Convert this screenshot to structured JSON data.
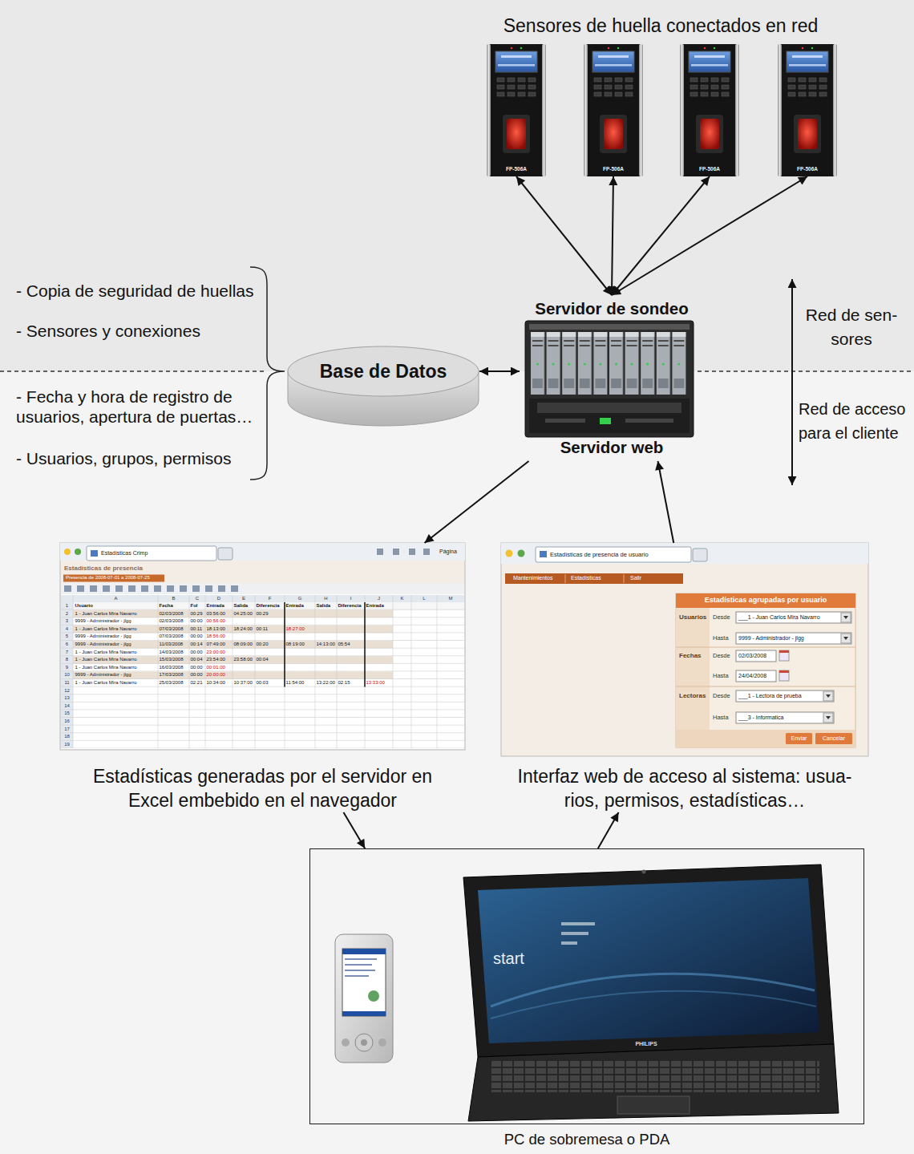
{
  "diagram": {
    "nodes": [
      {
        "text": [
          "FP-506A"
        ]
      },
      {
        "text": [
          "FP-506A"
        ]
      },
      {
        "text": [
          "FP-506A"
        ]
      },
      {
        "text": [
          "FP-506A"
        ]
      },
      {
        "text": [
          "Base de Datos"
        ]
      },
      {
        "text": [
          "Servidor de sondeo",
          "Servidor web"
        ]
      },
      {
        "text": [
          "Estadísticas generadas por el servidor en Excel embebido en el navegador"
        ]
      },
      {
        "text": [
          "Interfaz web de acceso al sistema: usua- rios, permisos, estadísticas…"
        ]
      },
      {
        "text": [
          "PC de sobremesa o PDA"
        ]
      }
    ],
    "edges": [
      {
        "from": 0,
        "to": 5,
        "arrow": "both"
      },
      {
        "from": 1,
        "to": 5,
        "arrow": "both"
      },
      {
        "from": 2,
        "to": 5,
        "arrow": "both"
      },
      {
        "from": 3,
        "to": 5,
        "arrow": "both"
      },
      {
        "from": 4,
        "to": 5,
        "arrow": "both"
      },
      {
        "from": 5,
        "to": 6,
        "arrow": "to"
      },
      {
        "from": 7,
        "to": 5,
        "arrow": "to"
      },
      {
        "from": 6,
        "to": 8,
        "arrow": "to"
      },
      {
        "from": 8,
        "to": 7,
        "arrow": "to"
      }
    ],
    "labels": [
      "Sensores de huella conectados en red",
      "- Copia de seguridad de huellas",
      "- Sensores y conexiones",
      "- Fecha y hora de registro de usuarios, apertura de puertas…",
      "- Usuarios, grupos, permisos",
      "Red de sen- sores",
      "Red de acceso para el cliente",
      "Estadísticas Crimp",
      "Página",
      "Estadísticas de presencia",
      "Presencia de 2008-07-01 a 2008-07-25",
      "A",
      "B",
      "C",
      "D",
      "E",
      "F",
      "G",
      "H",
      "I",
      "J",
      "K",
      "L",
      "M",
      "1",
      "2",
      "3",
      "4",
      "5",
      "6",
      "7",
      "8",
      "9",
      "10",
      "11",
      "12",
      "13",
      "14",
      "15",
      "16",
      "17",
      "18",
      "19",
      "Usuario",
      "Fecha",
      "Fol",
      "Entrada",
      "Salida",
      "Diferencia",
      "Entrada",
      "Salida",
      "Diferencia",
      "Entrada",
      "1 - Juan Carlos Mira Navarro",
      "02/03/2008",
      "00:29",
      "03:56:00",
      "04:25:00",
      "00:29",
      "9999 - Administrador - jlgg",
      "02/03/2008",
      "00:00",
      "00:56:00",
      "1 - Juan Carlos Mira Navarro",
      "07/03/2008",
      "00:11",
      "18:13:00",
      "18:24:00",
      "00:11",
      "18:27:00",
      "9999 - Administrador - jlgg",
      "07/03/2008",
      "00:00",
      "18:56:00",
      "9999 - Administrador - jlgg",
      "11/03/2008",
      "00:14",
      "07:49:00",
      "08:09:00",
      "00:20",
      "08:19:00",
      "14:13:00",
      "05:54",
      "1 - Juan Carlos Mira Navarro",
      "14/03/2008",
      "00:00",
      "23:00:00",
      "1 - Juan Carlos Mira Navarro",
      "15/03/2008",
      "00:04",
      "23:54:00",
      "23:58:00",
      "00:04",
      "1 - Juan Carlos Mira Navarro",
      "16/03/2008",
      "00:00",
      "00:01:00",
      "9999 - Administrador - jlgg",
      "17/03/2008",
      "00:00",
      "20:00:00",
      "1 - Juan Carlos Mira Navarro",
      "25/03/2008",
      "02:21",
      "10:34:00",
      "10:37:00",
      "00:03",
      "11:54:00",
      "13:22:00",
      "02:15",
      "13:33:00",
      "Estadísticas de presencia de usuario",
      "Mantenimientos",
      "Estadísticas",
      "Salir",
      "Estadísticas agrupadas por usuario",
      "Usuarios",
      "Desde",
      "___1 - Juan Carlos Mira Navarro",
      "Hasta",
      "9999 - Administrador - jlgg",
      "Fechas",
      "Desde",
      "02/03/2008",
      "Hasta",
      "24/04/2008",
      "Lectoras",
      "Desde",
      "___1 - Lectora de prueba",
      "Hasta",
      "___3 - Informatica",
      "Enviar",
      "Cancelar",
      "start",
      "PHILIPS"
    ]
  }
}
